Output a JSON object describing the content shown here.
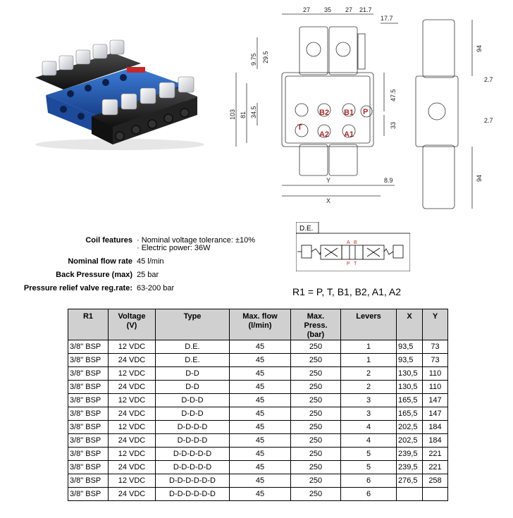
{
  "drawing": {
    "top_dims": [
      "27",
      "35",
      "27",
      "21.7"
    ],
    "right_top_dim": "17.7",
    "left_dims": [
      "9.75",
      "29.5",
      "81",
      "34.5",
      "103"
    ],
    "mid_dims": [
      "47.5",
      "33"
    ],
    "ports": [
      "B2",
      "B1",
      "P",
      "T",
      "A2",
      "A1"
    ],
    "bottom_labels": {
      "y": "Y",
      "x": "X",
      "offset": "8.9"
    },
    "side_dims": {
      "coil_top": "94",
      "coil_bottom": "94",
      "gap1": "2.7",
      "gap2": "2.7"
    }
  },
  "specs": [
    {
      "label": "Coil features",
      "values": [
        "· Nominal voltage tolerance: ±10%",
        "· Electric power: 36W"
      ]
    },
    {
      "label": "Nominal flow rate",
      "values": [
        "45 l/min"
      ]
    },
    {
      "label": "Back Pressure (max)",
      "values": [
        "25 bar"
      ]
    },
    {
      "label": "Pressure relief valve reg.rate:",
      "values": [
        "63-200 bar"
      ]
    }
  ],
  "symbol": {
    "title": "D.E.",
    "a": "A",
    "b": "B",
    "p": "P",
    "t": "T"
  },
  "r1_formula": "R1 = P, T, B1, B2, A1, A2",
  "table": {
    "headers": {
      "r1": "R1",
      "voltage": [
        "Voltage",
        "(V)"
      ],
      "type": "Type",
      "flow": [
        "Max. flow",
        "(l/min)"
      ],
      "press": [
        "Max.",
        "Press.",
        "(bar)"
      ],
      "levers": "Levers",
      "x": "X",
      "y": "Y"
    },
    "rows": [
      [
        "3/8\" BSP",
        "12 VDC",
        "D.E.",
        "45",
        "250",
        "1",
        "93,5",
        "73"
      ],
      [
        "3/8\" BSP",
        "24 VDC",
        "D.E.",
        "45",
        "250",
        "1",
        "93,5",
        "73"
      ],
      [
        "3/8\" BSP",
        "12 VDC",
        "D-D",
        "45",
        "250",
        "2",
        "130,5",
        "110"
      ],
      [
        "3/8\" BSP",
        "24 VDC",
        "D-D",
        "45",
        "250",
        "2",
        "130,5",
        "110"
      ],
      [
        "3/8\" BSP",
        "12 VDC",
        "D-D-D",
        "45",
        "250",
        "3",
        "165,5",
        "147"
      ],
      [
        "3/8\" BSP",
        "24 VDC",
        "D-D-D",
        "45",
        "250",
        "3",
        "165,5",
        "147"
      ],
      [
        "3/8\" BSP",
        "12 VDC",
        "D-D-D-D",
        "45",
        "250",
        "4",
        "202,5",
        "184"
      ],
      [
        "3/8\" BSP",
        "24 VDC",
        "D-D-D-D",
        "45",
        "250",
        "4",
        "202,5",
        "184"
      ],
      [
        "3/8\" BSP",
        "12 VDC",
        "D-D-D-D-D",
        "45",
        "250",
        "5",
        "239,5",
        "221"
      ],
      [
        "3/8\" BSP",
        "24 VDC",
        "D-D-D-D-D",
        "45",
        "250",
        "5",
        "239,5",
        "221"
      ],
      [
        "3/8\" BSP",
        "12 VDC",
        "D-D-D-D-D-D",
        "45",
        "250",
        "6",
        "276,5",
        "258"
      ],
      [
        "3/8\" BSP",
        "24 VDC",
        "D-D-D-D-D-D",
        "45",
        "250",
        "6",
        "",
        ""
      ]
    ]
  }
}
